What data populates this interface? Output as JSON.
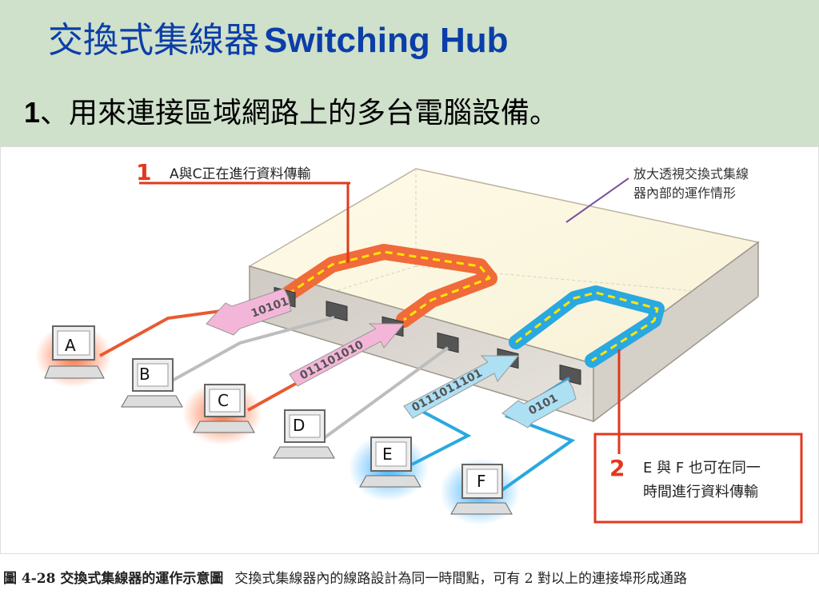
{
  "slide": {
    "title_zh": "交換式集線器",
    "title_en": "Switching Hub",
    "bullet_number": "1",
    "bullet_text": "、用來連接區域網路上的多台電腦設備。"
  },
  "diagram": {
    "callout1_number": "1",
    "callout1_text": "A與C正在進行資料傳輸",
    "callout2_number": "2",
    "callout2_line1": "E 與 F 也可在同一",
    "callout2_line2": "時間進行資料傳輸",
    "zoom_line1": "放大透視交換式集線",
    "zoom_line2": "器內部的運作情形",
    "computers": [
      "A",
      "B",
      "C",
      "D",
      "E",
      "F"
    ],
    "bits_ac_out": "10101",
    "bits_ac_in": "011101010",
    "bits_ef_in": "0111011101",
    "bits_ef_out": "0101",
    "colors": {
      "red_path": "#f06a3a",
      "blue_path": "#2aa8e0",
      "callout_red": "#e2381e",
      "dash_yellow": "#ffe600"
    }
  },
  "caption": {
    "label": "圖 4-28 交換式集線器的運作示意圖",
    "text": "交換式集線器內的線路設計為同一時間點，可有 2 對以上的連接埠形成通路"
  }
}
